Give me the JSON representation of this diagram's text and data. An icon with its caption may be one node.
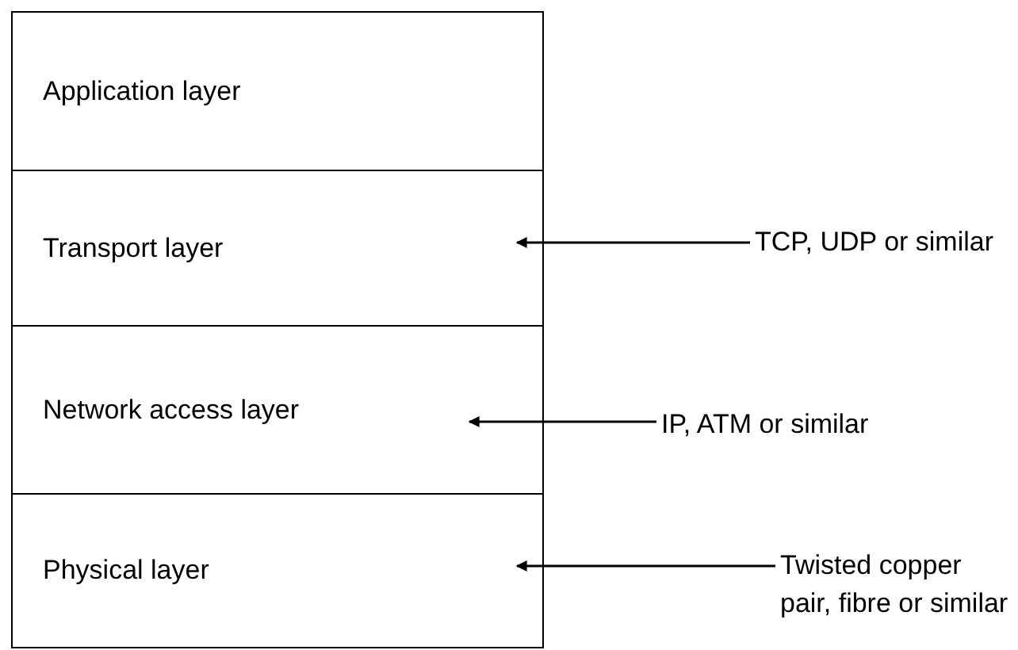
{
  "diagram": {
    "nodes": [
      {
        "text": [
          "Application layer"
        ]
      },
      {
        "text": [
          "Transport layer"
        ]
      },
      {
        "text": [
          "Network access layer"
        ]
      },
      {
        "text": [
          "Physical layer"
        ]
      },
      {
        "text": [
          "TCP, UDP or similar"
        ]
      },
      {
        "text": [
          "IP, ATM or similar"
        ]
      },
      {
        "text": [
          "Twisted copper pair, fibre or similar"
        ]
      }
    ],
    "edges": [
      {
        "from": 4,
        "to": 1,
        "arrow": "to"
      },
      {
        "from": 5,
        "to": 2,
        "arrow": "to"
      },
      {
        "from": 6,
        "to": 3,
        "arrow": "to"
      }
    ]
  }
}
